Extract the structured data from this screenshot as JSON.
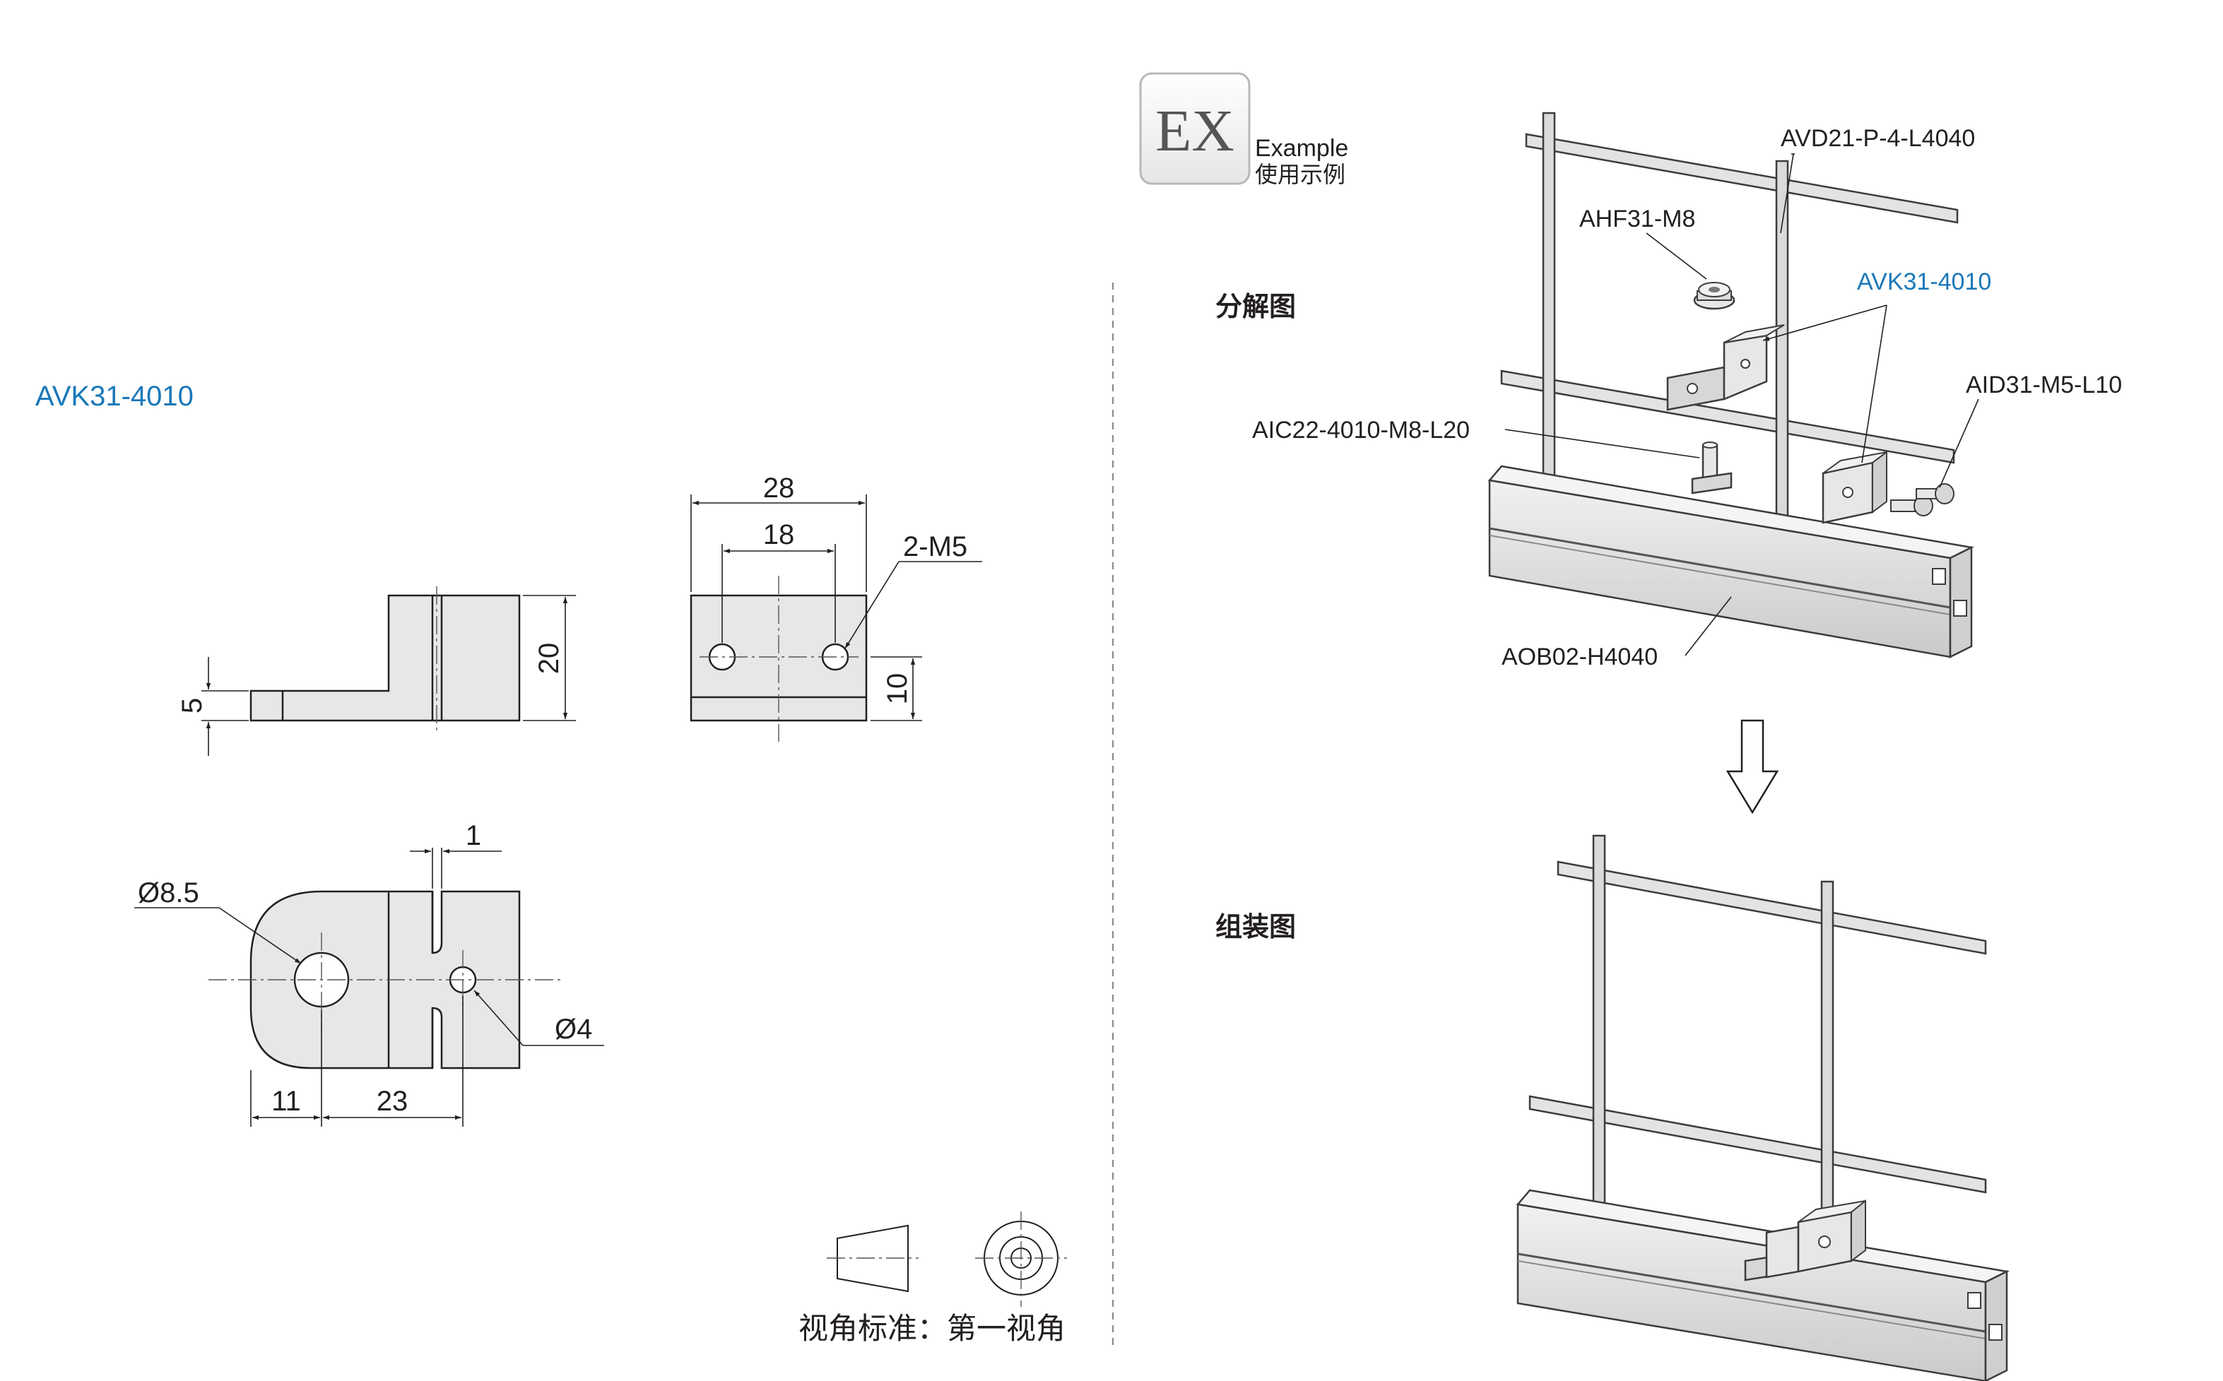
{
  "product": {
    "code": "AVK31-4010",
    "accent_color": "#1a78b8"
  },
  "drawing": {
    "dims": {
      "d_28": "28",
      "d_18": "18",
      "d_2m5": "2-M5",
      "d_20": "20",
      "d_5": "5",
      "d_10": "10",
      "d_1": "1",
      "d_hole": "Ø8.5",
      "d_slot": "Ø4",
      "d_11": "11",
      "d_23": "23"
    },
    "projection_note": "视角标准：第一视角"
  },
  "example": {
    "badge": "EX",
    "title_en": "Example",
    "title_cn": "使用示例",
    "exploded_title": "分解图",
    "assembled_title": "组装图",
    "parts": {
      "rod": "AVD21-P-4-L4040",
      "nut": "AHF31-M8",
      "bracket": "AVK31-4010",
      "screw": "AID31-M5-L10",
      "tbolt": "AIC22-4010-M8-L20",
      "profile": "AOB02-H4040"
    }
  }
}
